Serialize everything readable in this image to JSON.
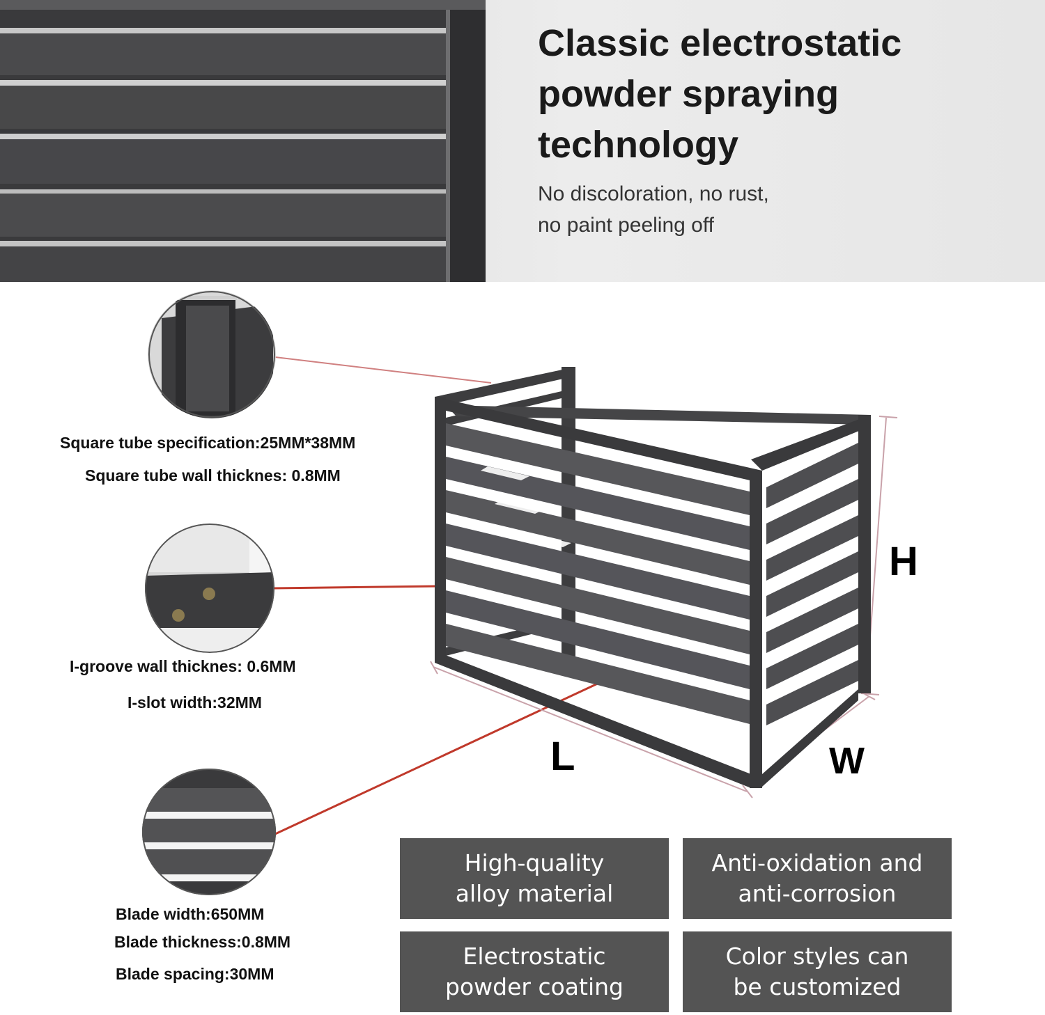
{
  "header": {
    "title_lines": [
      "Classic electrostatic",
      "powder spraying",
      "technology"
    ],
    "subtitle_lines": [
      "No discoloration, no rust,",
      "no paint peeling off"
    ]
  },
  "specs": {
    "tube_spec": "Square tube specification:25MM*38MM",
    "tube_wall": "Square tube wall thicknes: 0.8MM",
    "groove_wall": "I-groove wall thicknes: 0.6MM",
    "slot_width": "I-slot width:32MM",
    "blade_width": "Blade width:650MM",
    "blade_thickness": "Blade thickness:0.8MM",
    "blade_spacing": "Blade spacing:30MM"
  },
  "dimensions": {
    "length": "L",
    "width": "W",
    "height": "H"
  },
  "features": [
    {
      "line1": "High-quality",
      "line2": "alloy material"
    },
    {
      "line1": "Anti-oxidation and",
      "line2": "anti-corrosion"
    },
    {
      "line1": "Electrostatic",
      "line2": "powder coating"
    },
    {
      "line1": "Color styles can",
      "line2": "be customized"
    }
  ],
  "colors": {
    "frame": "#3d3d3f",
    "feature_box": "#545454",
    "leader_line": "#c0392b",
    "dimension_line": "#d4a8b0"
  },
  "icons": [
    "square-tube-detail",
    "i-groove-detail",
    "blade-detail"
  ]
}
